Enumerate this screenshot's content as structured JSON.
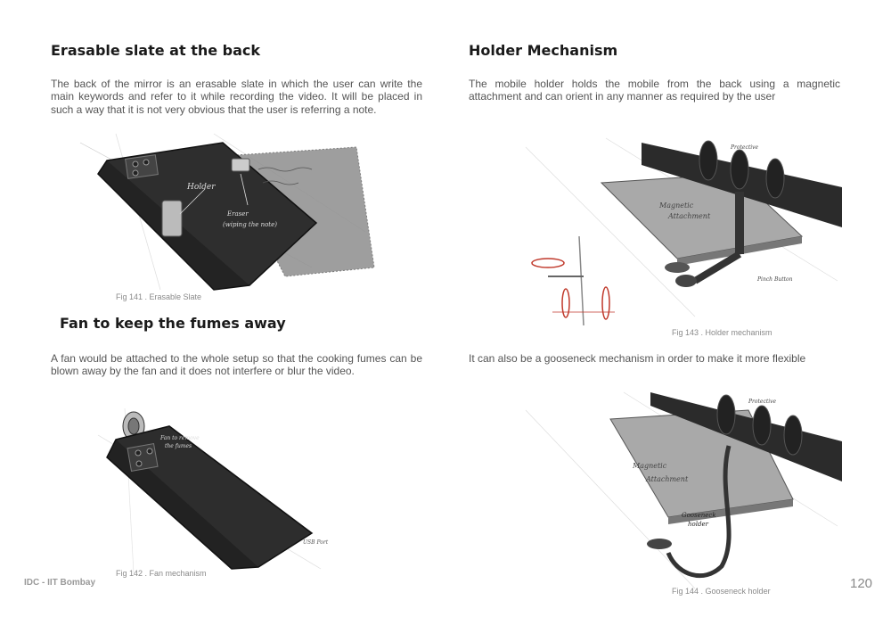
{
  "left": {
    "section1": {
      "title": "Erasable slate at the back",
      "body": "The back of the mirror is an erasable slate in which the user can write the main keywords and refer  to it while recording the video. It will be placed in such a way that it is not very obvious that the user is referring a note.",
      "caption": "Fig 141 . Erasable Slate"
    },
    "section2": {
      "title": "Fan to keep the fumes away",
      "body": "A fan would be attached to the whole setup so that the  cooking fumes  can be blown away by the fan and it does not interfere or blur the video.",
      "caption": "Fig 142 . Fan mechanism"
    }
  },
  "right": {
    "section1": {
      "title": "Holder Mechanism",
      "body": "The mobile holder holds the mobile from the back using a magnetic attachment and can orient in any manner as required by the user",
      "caption": "Fig 143 . Holder mechanism"
    },
    "section2": {
      "body": "It can also be a gooseneck mechanism in order to make it more flexible",
      "caption": "Fig 144 . Gooseneck holder"
    }
  },
  "footer": {
    "institute": "IDC - IIT Bombay",
    "page_number": "120"
  }
}
